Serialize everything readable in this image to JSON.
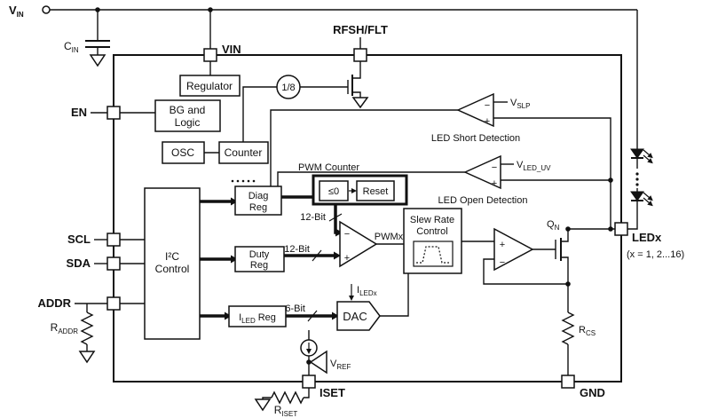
{
  "pins": {
    "vin_ext": {
      "t": "V",
      "s": "IN"
    },
    "vin": "VIN",
    "en": "EN",
    "scl": "SCL",
    "sda": "SDA",
    "addr": "ADDR",
    "rfsh_flt": "RFSH/FLT",
    "ledx": "LEDx",
    "ledx_range": "(x = 1, 2...16)",
    "gnd": "GND",
    "iset": "ISET"
  },
  "blocks": {
    "regulator": "Regulator",
    "bg1": "BG and",
    "bg2": "Logic",
    "osc": "OSC",
    "counter": "Counter",
    "divider": "1/8",
    "diag1": "Diag",
    "diag2": "Reg",
    "i2c1": "I²C",
    "i2c2": "Control",
    "duty1": "Duty",
    "duty2": "Reg",
    "iled": {
      "t": "I",
      "s": "LED",
      "r": "Reg"
    },
    "pwm_counter": "PWM Counter",
    "le_zero": "≤0",
    "reset": "Reset",
    "slew1": "Slew Rate",
    "slew2": "Control",
    "dac": "DAC",
    "pwmx": "PWMx"
  },
  "signals": {
    "vslp": {
      "t": "V",
      "s": "SLP"
    },
    "vleduv": {
      "t": "V",
      "s": "LED_UV"
    },
    "led_short": "LED Short Detection",
    "led_open": "LED Open Detection",
    "bit12_counter": "12-Bit",
    "bit12_duty": "12-Bit",
    "bit6": "6-Bit",
    "iledx": {
      "t": "I",
      "s": "LEDx"
    },
    "vref": {
      "t": "V",
      "s": "REF"
    },
    "qn": {
      "t": "Q",
      "s": "N"
    }
  },
  "parts": {
    "cin": {
      "t": "C",
      "s": "IN"
    },
    "raddr": {
      "t": "R",
      "s": "ADDR"
    },
    "riset": {
      "t": "R",
      "s": "ISET"
    },
    "rcs": {
      "t": "R",
      "s": "CS"
    }
  },
  "glyphs": {
    "plus": "+",
    "minus": "−"
  }
}
